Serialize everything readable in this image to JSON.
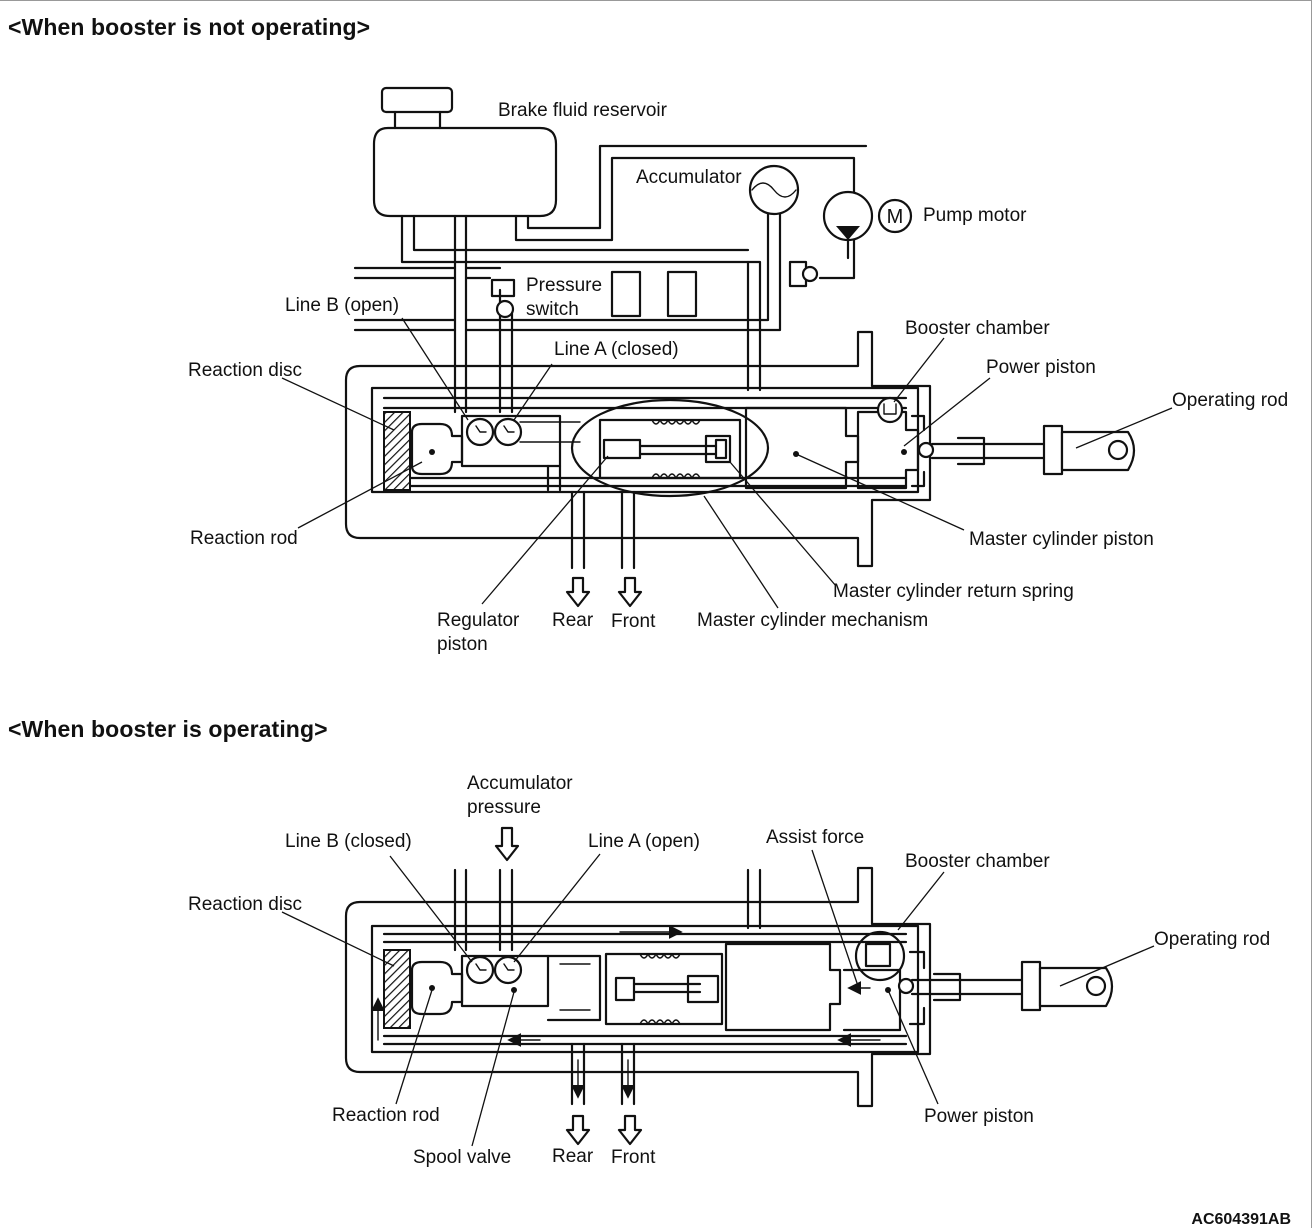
{
  "diagram_id": "AC604391AB",
  "section_not_operating": {
    "heading": "<When booster is not operating>",
    "labels": {
      "brake_fluid_reservoir": "Brake fluid reservoir",
      "accumulator": "Accumulator",
      "pump_motor": "Pump motor",
      "motor_symbol": "M",
      "pressure_switch": "Pressure\nswitch",
      "line_b": "Line B (open)",
      "line_a": "Line A (closed)",
      "booster_chamber": "Booster chamber",
      "power_piston": "Power piston",
      "operating_rod": "Operating rod",
      "reaction_disc": "Reaction disc",
      "reaction_rod": "Reaction rod",
      "master_cylinder_piston": "Master cylinder piston",
      "master_cylinder_return_spring": "Master cylinder return spring",
      "regulator_piston": "Regulator\npiston",
      "rear": "Rear",
      "front": "Front",
      "master_cylinder_mechanism": "Master cylinder mechanism"
    }
  },
  "section_operating": {
    "heading": "<When booster is operating>",
    "labels": {
      "accumulator_pressure": "Accumulator\npressure",
      "line_b": "Line B (closed)",
      "line_a": "Line A (open)",
      "assist_force": "Assist force",
      "booster_chamber": "Booster chamber",
      "operating_rod": "Operating rod",
      "reaction_disc": "Reaction disc",
      "reaction_rod": "Reaction rod",
      "spool_valve": "Spool valve",
      "rear": "Rear",
      "front": "Front",
      "power_piston": "Power piston"
    }
  }
}
